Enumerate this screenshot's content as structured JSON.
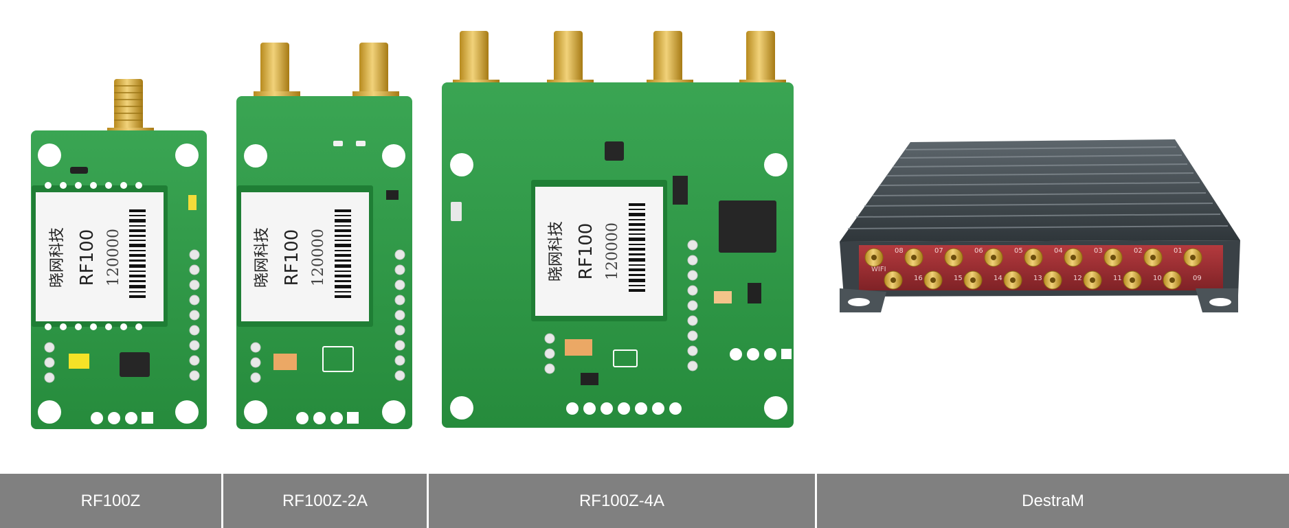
{
  "products": [
    {
      "name": "RF100Z",
      "module_text": {
        "brand": "晓网科技",
        "model": "RF100",
        "code": "120000"
      }
    },
    {
      "name": "RF100Z-2A",
      "module_text": {
        "brand": "晓网科技",
        "model": "RF100",
        "code": "120000"
      }
    },
    {
      "name": "RF100Z-4A",
      "module_text": {
        "brand": "晓网科技",
        "model": "RF100",
        "code": "120000"
      }
    },
    {
      "name": "DestraM",
      "port_labels_top": [
        "08",
        "07",
        "06",
        "05",
        "04",
        "03",
        "02",
        "01"
      ],
      "port_labels_bottom": [
        "16",
        "15",
        "14",
        "13",
        "12",
        "11",
        "10",
        "09"
      ],
      "side_mark": "WIFI"
    }
  ],
  "colors": {
    "pcb_green": "#2f9a47",
    "gold": "#d4a832",
    "label_bar": "#808080",
    "device_body": "#4a5258",
    "device_panel": "#9b2f33"
  }
}
